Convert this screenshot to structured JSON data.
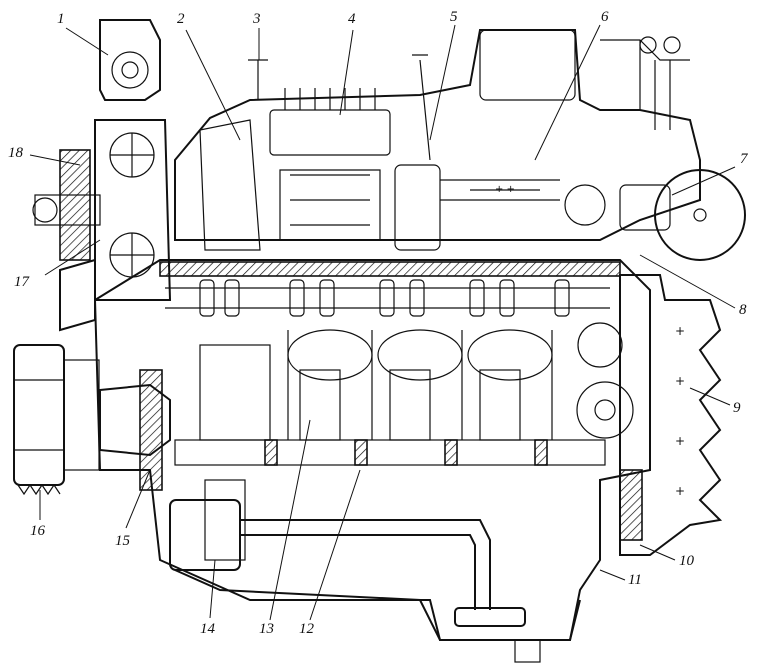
{
  "figure": {
    "type": "engine-cross-section",
    "line_color": "#111111",
    "background": "#ffffff"
  },
  "callouts": [
    {
      "n": "1"
    },
    {
      "n": "2"
    },
    {
      "n": "3"
    },
    {
      "n": "4"
    },
    {
      "n": "5"
    },
    {
      "n": "6"
    },
    {
      "n": "7"
    },
    {
      "n": "8"
    },
    {
      "n": "9"
    },
    {
      "n": "10"
    },
    {
      "n": "11"
    },
    {
      "n": "12"
    },
    {
      "n": "13"
    },
    {
      "n": "14"
    },
    {
      "n": "15"
    },
    {
      "n": "16"
    },
    {
      "n": "17"
    },
    {
      "n": "18"
    }
  ]
}
